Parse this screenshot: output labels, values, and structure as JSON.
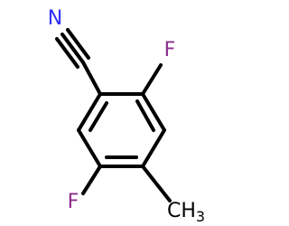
{
  "molecule": {
    "atoms": {
      "nitrile_n": {
        "symbol": "N",
        "color": "#3030ff"
      },
      "fluorine_top": {
        "symbol": "F",
        "color": "#8b2f8b"
      },
      "fluorine_bottom": {
        "symbol": "F",
        "color": "#8b2f8b"
      },
      "methyl": {
        "symbol": "CH",
        "subscript": "3",
        "color": "#000000"
      }
    },
    "bond_color": "#000000"
  }
}
